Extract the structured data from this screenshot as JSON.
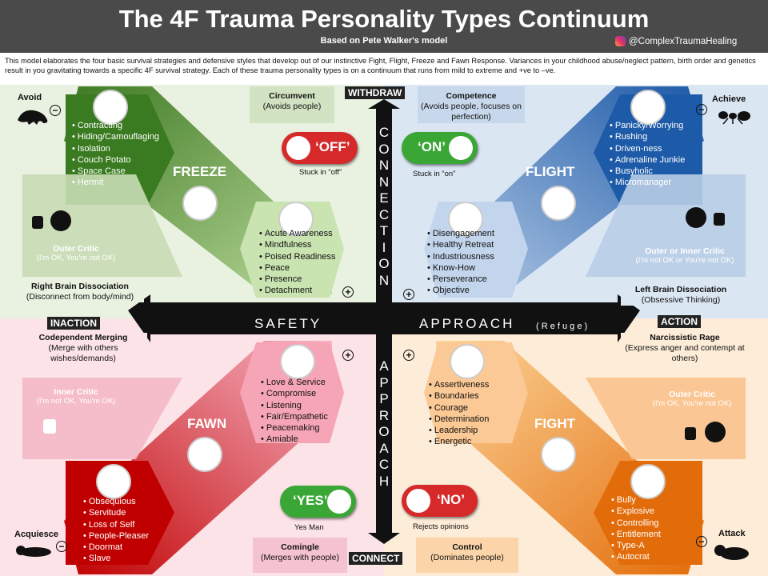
{
  "header": {
    "title": "The 4F Trauma Personality Types Continuum",
    "subtitle": "Based on Pete Walker's model",
    "handle": "@ComplexTraumaHealing"
  },
  "intro": "This model elaborates the four basic survival strategies and defensive styles that develop out of our instinctive Fight, Flight, Freeze and Fawn Response. Variances in your childhood abuse/neglect pattern, birth order and genetics result in you gravitating towards a specific 4F survival strategy. Each of these trauma personality types is on a continuum that runs from mild to extreme and +ve to –ve.",
  "colors": {
    "freeze": "#5e9a3c",
    "flight": "#2e6db4",
    "fawn": "#d62a2a",
    "fight": "#f0961e",
    "arrow": "#111111"
  },
  "axes": {
    "top": "WITHDRAW",
    "bottom": "CONNECT",
    "left": "INACTION",
    "right": "ACTION",
    "vertical_top": [
      "C",
      "O",
      "N",
      "N",
      "E",
      "C",
      "T",
      "I",
      "O",
      "N"
    ],
    "vertical_bottom": [
      "A",
      "P",
      "P",
      "R",
      "O",
      "A",
      "C",
      "H"
    ],
    "horizontal_left": "SAFETY",
    "horizontal_right": "APPROACH",
    "horizontal_right_small": "( R e f u g e )"
  },
  "freeze": {
    "name": "FREEZE",
    "corner": "Avoid",
    "corner_icon": "chameleon-icon",
    "neg_items": [
      "Contracting",
      "Hiding/Camouflaging",
      "Isolation",
      "Couch Potato",
      "Space Case",
      "Hermit"
    ],
    "pos_items": [
      "Acute Awareness",
      "Mindfulness",
      "Poised Readiness",
      "Peace",
      "Presence",
      "Detachment"
    ],
    "critic_title": "Outer Critic",
    "critic_sub": "(I'm OK, You're not OK)",
    "dissociation_title": "Right Brain Dissociation",
    "dissociation_sub": "(Disconnect from body/mind)",
    "extreme_title": "Circumvent",
    "extreme_sub": "(Avoids people)",
    "toggle_label": "‘OFF’",
    "toggle_caption": "Stuck in “off”"
  },
  "flight": {
    "name": "FLIGHT",
    "corner": "Achieve",
    "corner_icon": "ant-icon",
    "neg_items": [
      "Panicky/Worrying",
      "Rushing",
      "Driven-ness",
      "Adrenaline Junkie",
      "Busyholic",
      "Micromanager"
    ],
    "pos_items": [
      "Disengagement",
      "Healthy Retreat",
      "Industriousness",
      "Know-How",
      "Perseverance",
      "Objective"
    ],
    "critic_title": "Outer or Inner Critic",
    "critic_sub": "(I'm not OK or You're not OK)",
    "dissociation_title": "Left Brain Dissociation",
    "dissociation_sub": "(Obsessive Thinking)",
    "extreme_title": "Competence",
    "extreme_sub": "(Avoids people, focuses on perfection)",
    "toggle_label": "‘ON’",
    "toggle_caption": "Stuck in “on”"
  },
  "fawn": {
    "name": "FAWN",
    "corner": "Acquiesce",
    "corner_icon": "dog-lying-icon",
    "neg_items": [
      "Obsequious",
      "Servitude",
      "Loss of Self",
      "People-Pleaser",
      "Doormat",
      "Slave"
    ],
    "pos_items": [
      "Love & Service",
      "Compromise",
      "Listening",
      "Fair/Empathetic",
      "Peacemaking",
      "Amiable"
    ],
    "critic_title": "Inner Critic",
    "critic_sub": "(I'm not OK, You're OK)",
    "dissociation_title": "Codependent Merging",
    "dissociation_sub": "(Merge with others wishes/demands)",
    "extreme_title": "Comingle",
    "extreme_sub": "(Merges with people)",
    "toggle_label": "‘YES’",
    "toggle_caption": "Yes Man"
  },
  "fight": {
    "name": "FIGHT",
    "corner": "Attack",
    "corner_icon": "bull-icon",
    "neg_items": [
      "Bully",
      "Explosive",
      "Controlling",
      "Entitlement",
      "Type-A",
      "Autocrat"
    ],
    "pos_items": [
      "Assertiveness",
      "Boundaries",
      "Courage",
      "Determination",
      "Leadership",
      "Energetic"
    ],
    "critic_title": "Outer Critic",
    "critic_sub": "(I'm OK, You're not OK)",
    "dissociation_title": "Narcissistic Rage",
    "dissociation_sub": "(Express anger and contempt at others)",
    "extreme_title": "Control",
    "extreme_sub": "(Dominates people)",
    "toggle_label": "‘NO’",
    "toggle_caption": "Rejects opinions"
  },
  "symbols": {
    "plus": "+",
    "minus": "−"
  }
}
